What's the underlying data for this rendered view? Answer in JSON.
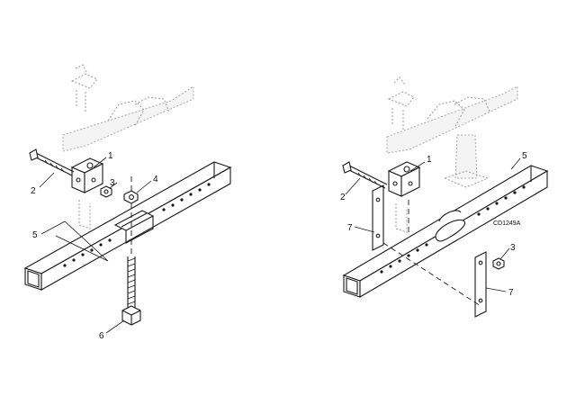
{
  "left_view": {
    "callouts": {
      "c1": "1",
      "c2": "2",
      "c3": "3",
      "c4": "4",
      "c5": "5",
      "c6": "6"
    }
  },
  "right_view": {
    "callouts": {
      "c1": "1",
      "c2": "2",
      "c3": "3",
      "c5": "5",
      "c7a": "7",
      "c7b": "7"
    },
    "figure_code": "CD1249A"
  }
}
